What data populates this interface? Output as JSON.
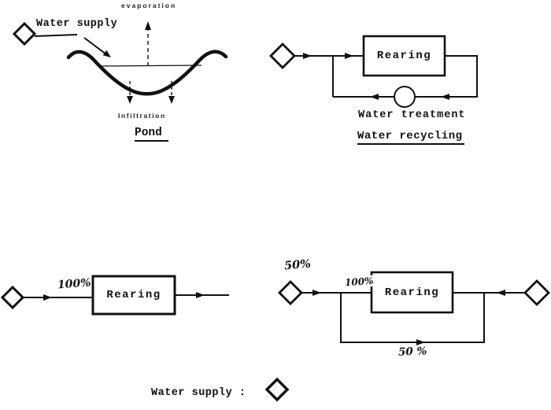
{
  "figure": {
    "pond": {
      "water_supply_label": "Water supply",
      "evaporation_label": "evaporation",
      "infiltration_label": "Infiltration",
      "caption": "Pond"
    },
    "water_recycling": {
      "rearing_label": "Rearing",
      "water_treatment_label": "Water treatment",
      "caption": "Water recycling"
    },
    "flow_through": {
      "inflow_percent": "100%",
      "rearing_label": "Rearing"
    },
    "partial_reuse": {
      "supply_percent": "50%",
      "inflow_percent": "100%",
      "rearing_label": "Rearing",
      "recycle_percent": "50 %"
    },
    "legend": {
      "label": "Water supply :",
      "symbol": "diamond-icon"
    },
    "colors": {
      "ink": "#111111",
      "paper": "#ffffff"
    }
  }
}
